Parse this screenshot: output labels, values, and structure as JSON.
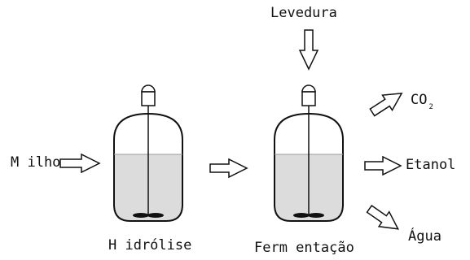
{
  "diagram": {
    "title": "",
    "inputs": {
      "feed": "M ilho",
      "yeast": "Levedura"
    },
    "reactors": [
      {
        "label": "H idrólise"
      },
      {
        "label": "Ferm entação"
      }
    ],
    "outputs": {
      "gas_main": "CO",
      "gas_sub": "2",
      "ethanol": "Etanol",
      "water": "Água"
    },
    "colors": {
      "line": "#111111",
      "liquid": "#dcdcdc",
      "background": "#ffffff"
    }
  }
}
